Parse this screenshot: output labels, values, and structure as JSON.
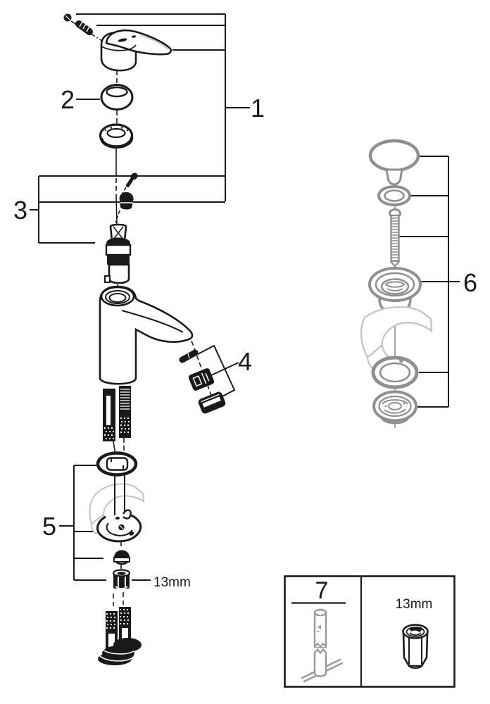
{
  "diagram": {
    "type": "exploded-parts-diagram",
    "subject": "single-lever basin mixer faucet with pop-up waste",
    "colors": {
      "background": "#ffffff",
      "main_lines": "#1a1a1a",
      "grayed_assembly": "#8f8f8f",
      "phantom_part": "#c3c3c3"
    }
  },
  "callouts": [
    {
      "number": "1",
      "part": "lever-handle-assembly"
    },
    {
      "number": "2",
      "part": "escutcheon-cap-ring"
    },
    {
      "number": "3",
      "part": "cartridge-kit"
    },
    {
      "number": "4",
      "part": "aerator-mousseur-kit"
    },
    {
      "number": "5",
      "part": "mounting-fixing-set"
    },
    {
      "number": "6",
      "part": "pop-up-waste-set"
    },
    {
      "number": "7",
      "part": "mounting-socket-tool"
    }
  ],
  "annotations": {
    "wrench_size": "13mm"
  },
  "tool_box": {
    "tool_callout": "7",
    "nut_label": "13mm"
  }
}
